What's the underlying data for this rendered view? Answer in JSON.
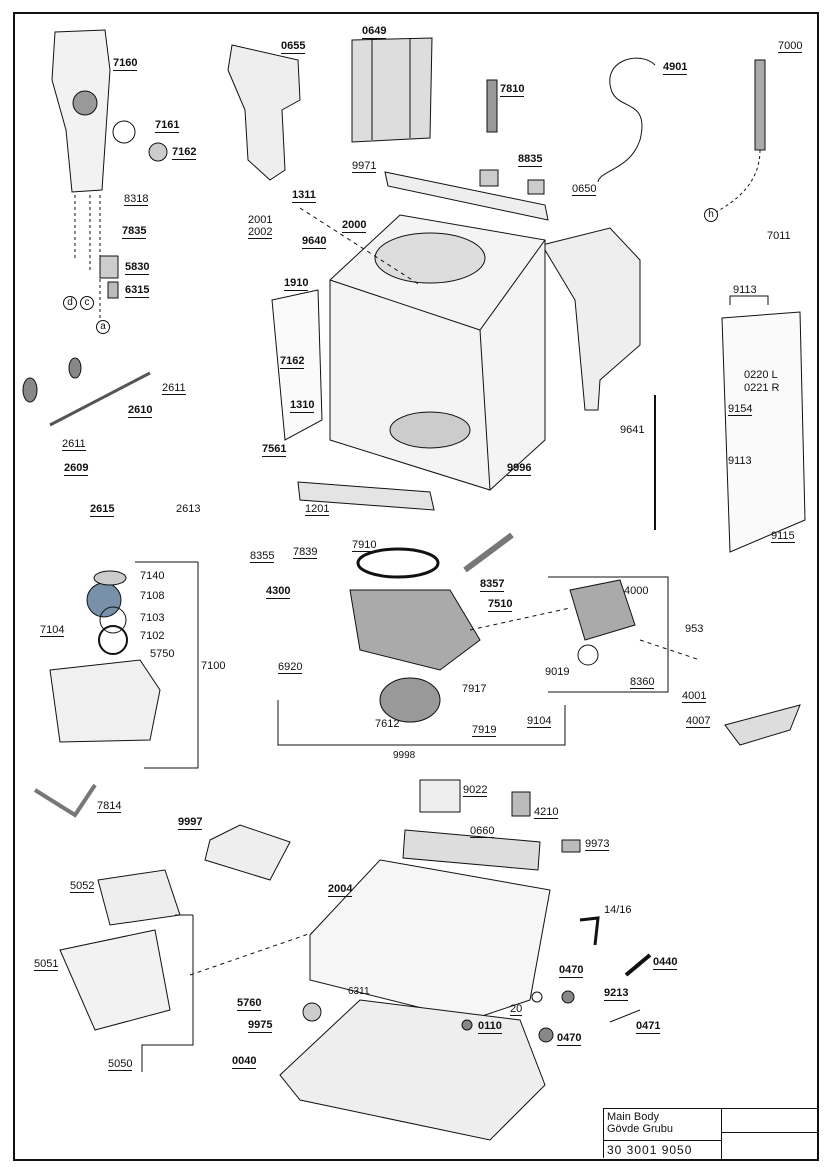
{
  "parts": {
    "p7160": "7160",
    "p7161": "7161",
    "p7162a": "7162",
    "p8318": "8318",
    "p7835": "7835",
    "p5830": "5830",
    "p6315": "6315",
    "p0655": "0655",
    "p0649": "0649",
    "p7810": "7810",
    "p4901": "4901",
    "p7000": "7000",
    "p8835": "8835",
    "p9971": "9971",
    "p0650": "0650",
    "p1311": "1311",
    "p2000": "2000",
    "p2001": "2001",
    "p2002": "2002",
    "p9640": "9640",
    "p7011": "7011",
    "p1910": "1910",
    "p9113a": "9113",
    "p0220": "0220 L",
    "p0221": "0221 R",
    "p7162b": "7162",
    "p9154": "9154",
    "p2611a": "2611",
    "p2610": "2610",
    "p1310": "1310",
    "p9641": "9641",
    "p2611b": "2611",
    "p7561": "7561",
    "p9996": "9996",
    "p9113b": "9113",
    "p2609": "2609",
    "p2613": "2613",
    "p2615": "2615",
    "p1201": "1201",
    "p9115": "9115",
    "p8355": "8355",
    "p7839": "7839",
    "p7910": "7910",
    "p8357": "8357",
    "p7140": "7140",
    "p7108": "7108",
    "p4300": "4300",
    "p7510": "7510",
    "p4000": "4000",
    "p7103": "7103",
    "p7104": "7104",
    "p7102": "7102",
    "p953": "953",
    "p5750": "5750",
    "p7100": "7100",
    "p6920": "6920",
    "p9019": "9019",
    "p7917": "7917",
    "p8360": "8360",
    "p4001": "4001",
    "p4007": "4007",
    "p7612": "7612",
    "p7919": "7919",
    "p9104": "9104",
    "p9998": "9998",
    "p7814": "7814",
    "p9022": "9022",
    "p4210": "4210",
    "p9997": "9997",
    "p0660": "0660",
    "p9973": "9973",
    "p5052": "5052",
    "p2004": "2004",
    "p1416": "14/16",
    "p5051": "5051",
    "p0470a": "0470",
    "p0440": "0440",
    "p5760": "5760",
    "p6311": "6311",
    "p20": "20",
    "p9213": "9213",
    "p9975": "9975",
    "p0110": "0110",
    "p0471": "0471",
    "p0470b": "0470",
    "p5050": "5050",
    "p0040": "0040"
  },
  "callouts": {
    "d": "d",
    "c": "c",
    "a": "a",
    "h": "h"
  },
  "title_block": {
    "name_en": "Main Body",
    "name_tr": "Gövde Grubu",
    "code": "30 3001 9050"
  }
}
